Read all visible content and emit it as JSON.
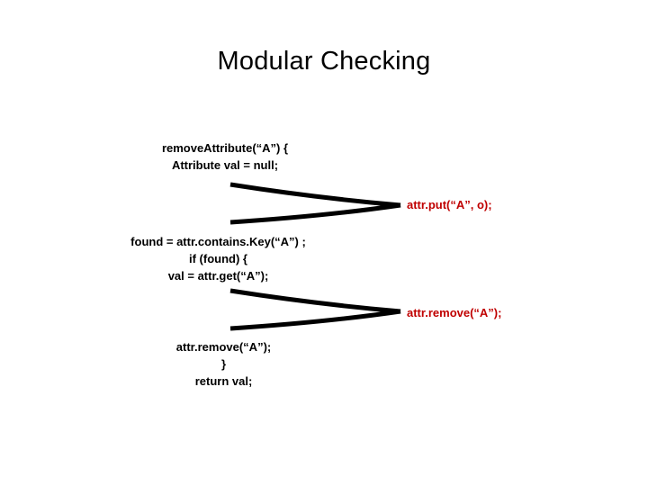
{
  "slide": {
    "title": "Modular Checking",
    "background_color": "#FFFFFF",
    "code_color": "#000000",
    "annotation_color": "#C00000"
  },
  "code_blocks": [
    {
      "id": "code-block-1",
      "lines": [
        "removeAttribute(“A”)  {",
        "Attribute val = null;"
      ]
    },
    {
      "id": "code-block-2",
      "lines": [
        "found = attr.contains.Key(“A”) ;",
        "if (found) {",
        "val = attr.get(“A”);"
      ]
    },
    {
      "id": "code-block-3",
      "lines": [
        "attr.remove(“A”);",
        "}",
        "return val;"
      ]
    }
  ],
  "annotations": [
    {
      "id": "red-label-1",
      "text": "attr.put(“A”, o);"
    },
    {
      "id": "red-label-2",
      "text": "attr.remove(“A”);"
    }
  ],
  "connectors": [
    {
      "id": "chevron-1",
      "shape": "right-pointing-chevron"
    },
    {
      "id": "chevron-2",
      "shape": "right-pointing-chevron"
    }
  ]
}
